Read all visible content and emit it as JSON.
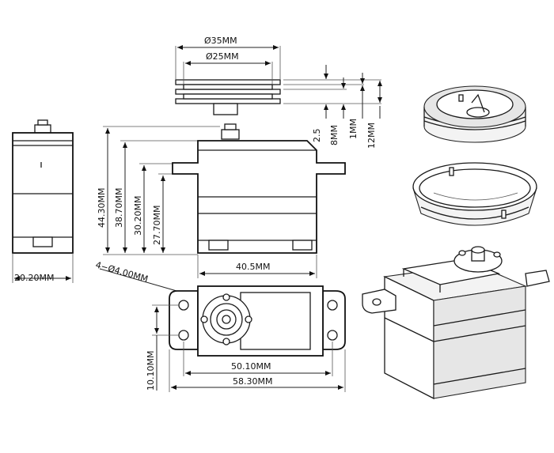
{
  "dimensions": {
    "horn_outer_dia": "Ø35MM",
    "horn_inner_dia": "Ø25MM",
    "dim_2_5": "2.5",
    "dim_8mm": "8MM",
    "dim_1mm": "1MM",
    "dim_12mm": "12MM",
    "total_height": "44.30MM",
    "height_to_flange": "38.70MM",
    "height_30_20": "30.20MM",
    "height_27_70": "27.70MM",
    "width_40_5": "40.5MM",
    "side_width": "20.20MM",
    "mount_holes": "4−Ø4.00MM",
    "hole_spacing_y": "10.10MM",
    "hole_spacing_x": "50.10MM",
    "total_length": "58.30MM"
  },
  "colors": {
    "line": "#1a1a1a",
    "shade": "#e6e6e6",
    "background": "#ffffff"
  }
}
